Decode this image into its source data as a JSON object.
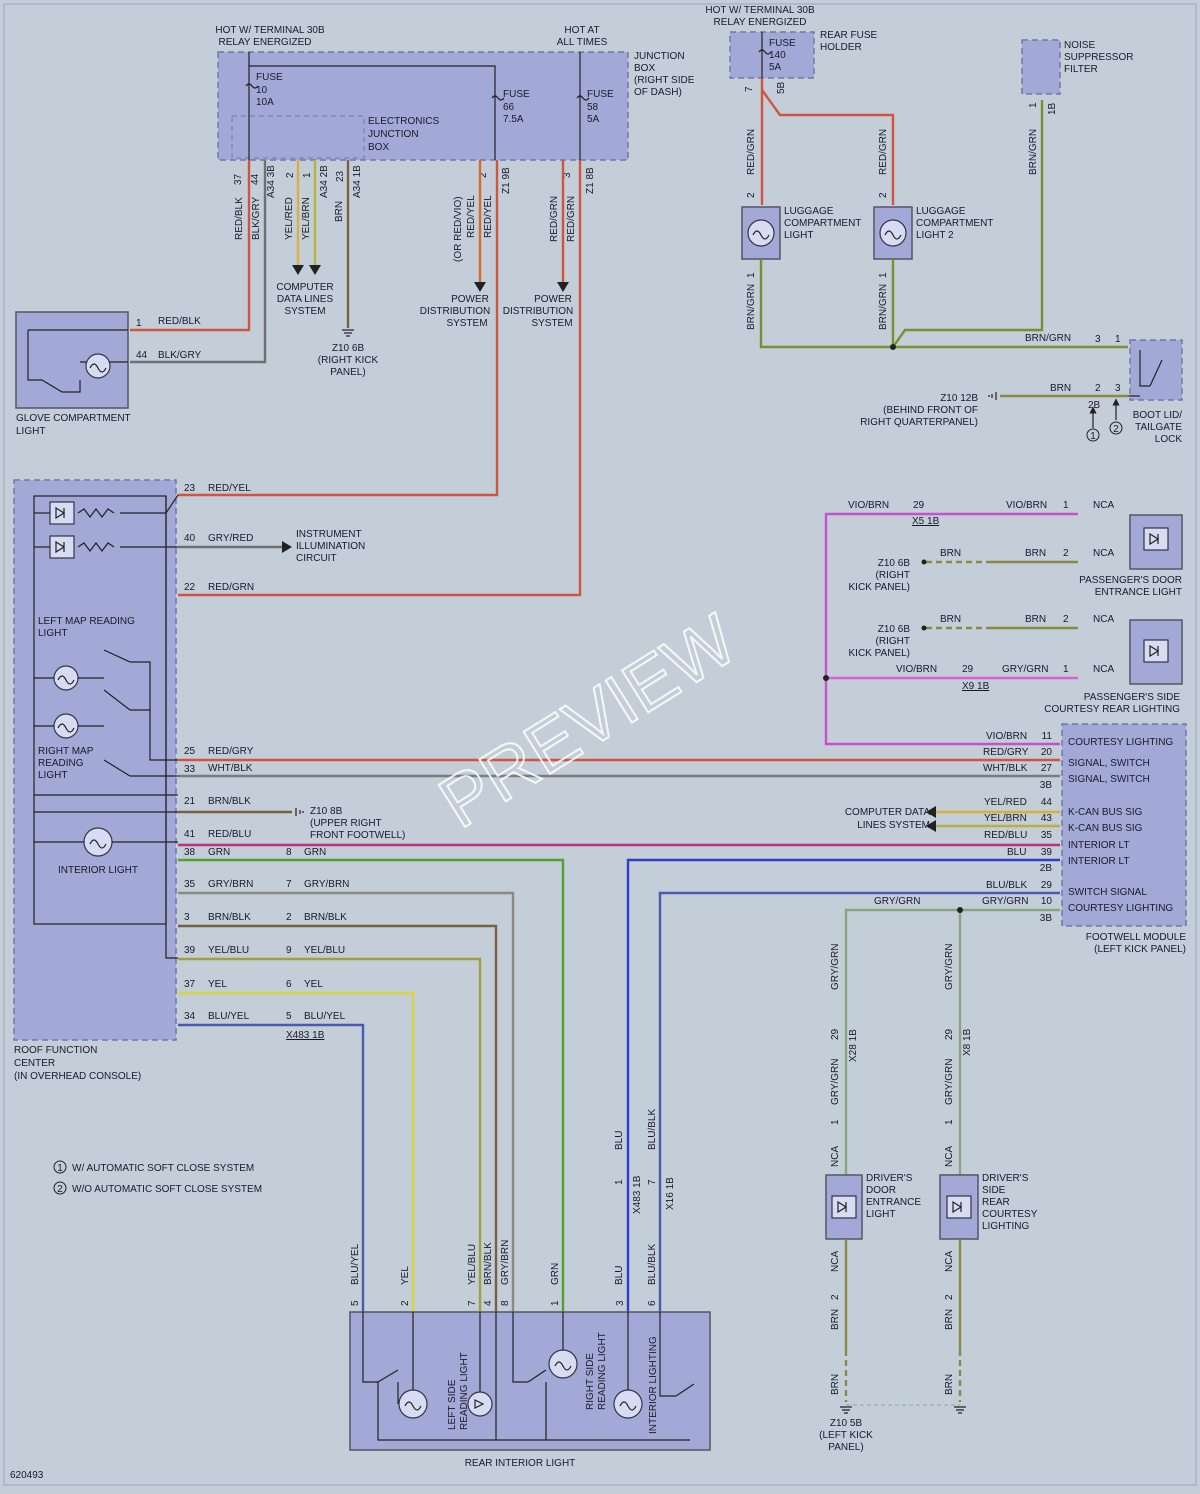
{
  "figure_id": "620493",
  "watermark": "PREVIEW",
  "colors": {
    "background": "#c3ced9",
    "component_fill": "#a3a9d6",
    "red": "#d0553f",
    "orange_red": "#d86a2a",
    "gray": "#6e7076",
    "yellow": "#d8d63a",
    "olive": "#8a8a45",
    "brown": "#7a6040",
    "green": "#55a02e",
    "gray_green": "#88a67a",
    "blue": "#2f3fc0",
    "violet": "#c850c8",
    "brn_grn": "#7a9030"
  },
  "top_labels": {
    "hot_30b_left_1": "HOT W/ TERMINAL 30B",
    "hot_30b_left_2": "RELAY ENERGIZED",
    "hot_all_1": "HOT AT",
    "hot_all_2": "ALL TIMES",
    "hot_30b_right_1": "HOT W/ TERMINAL 30B",
    "hot_30b_right_2": "RELAY ENERGIZED"
  },
  "junction_box": {
    "title": [
      "JUNCTION",
      "BOX",
      "(RIGHT SIDE",
      "OF DASH)"
    ],
    "ejb": [
      "ELECTRONICS",
      "JUNCTION",
      "BOX"
    ],
    "fuse10": [
      "FUSE",
      "10",
      "10A"
    ],
    "fuse66": [
      "FUSE",
      "66",
      "7.5A"
    ],
    "fuse58": [
      "FUSE",
      "58",
      "5A"
    ]
  },
  "rear_fuse": {
    "fuse": [
      "FUSE",
      "140",
      "5A"
    ],
    "title": [
      "REAR FUSE",
      "HOLDER"
    ]
  },
  "noise_filter": [
    "NOISE",
    "SUPPRESSOR",
    "FILTER"
  ],
  "pins": {
    "p37": "37",
    "c_a34_3b": "A34 3B",
    "p44": "44",
    "p2a": "2",
    "c_a34_2b": "A34 2B",
    "p1a": "1",
    "p23a": "23",
    "c_a34_1b": "A34 1B",
    "p2b": "2",
    "c_z1_9b": "Z1 9B",
    "p3a": "3",
    "c_z1_8b": "Z1 8B",
    "p7a": "7",
    "c_5b": "5B",
    "p1b": "1",
    "c_1b": "1B",
    "p2c": "2",
    "p1c": "1",
    "p2d": "2",
    "p1d": "1"
  },
  "wires": {
    "red_blk": "RED/BLK",
    "blk_gry": "BLK/GRY",
    "yel_red": "YEL/RED",
    "yel_brn": "YEL/BRN",
    "brn": "BRN",
    "or_red_vio": "(OR RED/VIO)",
    "red_yel": "RED/YEL",
    "red_grn": "RED/GRN",
    "brn_grn": "BRN/GRN",
    "gry_red": "GRY/RED",
    "red_gry": "RED/GRY",
    "wht_blk": "WHT/BLK",
    "brn_blk": "BRN/BLK",
    "red_blu": "RED/BLU",
    "grn": "GRN",
    "gry_brn": "GRY/BRN",
    "yel_blu": "YEL/BLU",
    "yel": "YEL",
    "blu_yel": "BLU/YEL",
    "vio_brn": "VIO/BRN",
    "gry_grn": "GRY/GRN",
    "blu": "BLU",
    "blu_blk": "BLU/BLK",
    "nca": "NCA"
  },
  "destinations": {
    "computer_data": [
      "COMPUTER",
      "DATA LINES",
      "SYSTEM"
    ],
    "power_dist_1": [
      "POWER",
      "DISTRIBUTION",
      "SYSTEM"
    ],
    "power_dist_2": [
      "POWER",
      "DISTRIBUTION",
      "SYSTEM"
    ],
    "instrument": [
      "INSTRUMENT",
      "ILLUMINATION",
      "CIRCUIT"
    ],
    "computer_data_right": [
      "COMPUTER DATA",
      "LINES SYSTEM"
    ]
  },
  "grounds": {
    "z10_6b_top": [
      "Z10 6B",
      "(RIGHT KICK",
      "PANEL)"
    ],
    "z10_12b": [
      "Z10 12B",
      "(BEHIND FRONT OF",
      "RIGHT QUARTERPANEL)"
    ],
    "z10_8b": [
      "Z10 8B",
      "(UPPER RIGHT",
      "FRONT FOOTWELL)"
    ],
    "z10_6b_a": [
      "Z10 6B",
      "(RIGHT",
      "KICK PANEL)"
    ],
    "z10_6b_b": [
      "Z10 6B",
      "(RIGHT",
      "KICK PANEL)"
    ],
    "z10_5b": [
      "Z10 5B",
      "(LEFT KICK",
      "PANEL)"
    ]
  },
  "components": {
    "glove": [
      "GLOVE COMPARTMENT",
      "LIGHT"
    ],
    "lug1": [
      "LUGGAGE",
      "COMPARTMENT",
      "LIGHT"
    ],
    "lug2": [
      "LUGGAGE",
      "COMPARTMENT",
      "LIGHT 2"
    ],
    "boot": [
      "BOOT LID/",
      "TAILGATE",
      "LOCK"
    ],
    "pass_door": [
      "PASSENGER'S DOOR",
      "ENTRANCE LIGHT"
    ],
    "pass_side": [
      "PASSENGER'S SIDE",
      "COURTESY REAR LIGHTING"
    ],
    "roof_left_map": [
      "LEFT MAP READING",
      "LIGHT"
    ],
    "roof_right_map": [
      "RIGHT MAP",
      "READING",
      "LIGHT"
    ],
    "roof_interior": "INTERIOR LIGHT",
    "roof_title": [
      "ROOF FUNCTION",
      "CENTER",
      "(IN OVERHEAD CONSOLE)"
    ],
    "footwell_title": [
      "FOOTWELL MODULE",
      "(LEFT KICK PANEL)"
    ],
    "footwell_pins": [
      "COURTESY LIGHTING",
      "SIGNAL, SWITCH",
      "SIGNAL, SWITCH",
      "K-CAN BUS SIG",
      "K-CAN BUS SIG",
      "INTERIOR LT",
      "INTERIOR LT",
      "SWITCH SIGNAL",
      "COURTESY LIGHTING"
    ],
    "drv_door": [
      "DRIVER'S",
      "DOOR",
      "ENTRANCE",
      "LIGHT"
    ],
    "drv_side": [
      "DRIVER'S",
      "SIDE",
      "REAR",
      "COURTESY",
      "LIGHTING"
    ],
    "rear_title": "REAR INTERIOR LIGHT",
    "rear_left": [
      "LEFT SIDE",
      "READING LIGHT"
    ],
    "rear_right": [
      "RIGHT SIDE",
      "READING LIGHT"
    ],
    "rear_int": "INTERIOR LIGHTING"
  },
  "boot_pins": {
    "p3": "3",
    "p1": "1",
    "p2": "2",
    "p3b": "3",
    "c2b": "2B",
    "n1": "1",
    "n2": "2"
  },
  "pass_pins": {
    "p29a": "29",
    "c_x5_1b": "X5 1B",
    "p1a": "1",
    "p2a": "2",
    "p2b": "2",
    "p29b": "29",
    "c_x9_1b": "X9 1B",
    "p1b": "1"
  },
  "roof_pins": {
    "p23": "23",
    "p40": "40",
    "p22": "22",
    "p25": "25",
    "p33": "33",
    "p21": "21",
    "p41": "41",
    "p38": "38",
    "p35": "35",
    "p3": "3",
    "p39": "39",
    "p37": "37",
    "p34": "34"
  },
  "inline_pins": {
    "p8": "8",
    "p7": "7",
    "p2": "2",
    "p9": "9",
    "p6": "6",
    "p5": "5",
    "conn": "X483 1B"
  },
  "footwell_pin_nums": [
    "11",
    "20",
    "27",
    "3B",
    "44",
    "43",
    "35",
    "39",
    "2B",
    "29",
    "10",
    "3B"
  ],
  "lower_pins": {
    "p29a": "29",
    "c_x28_1b": "X28 1B",
    "p1a": "1",
    "p2a": "2",
    "p29b": "29",
    "c_x8_1b": "X8 1B",
    "p1b": "1",
    "p2b": "2",
    "p1c": "1",
    "c_x483": "X483 1B",
    "p7c": "7",
    "c_x16_1b": "X16 1B"
  },
  "rear_pins": [
    "5",
    "2",
    "7",
    "4",
    "8",
    "1",
    "3",
    "6"
  ],
  "notes": [
    {
      "num": "1",
      "text": "W/ AUTOMATIC SOFT CLOSE SYSTEM"
    },
    {
      "num": "2",
      "text": "W/O AUTOMATIC SOFT CLOSE SYSTEM"
    }
  ]
}
